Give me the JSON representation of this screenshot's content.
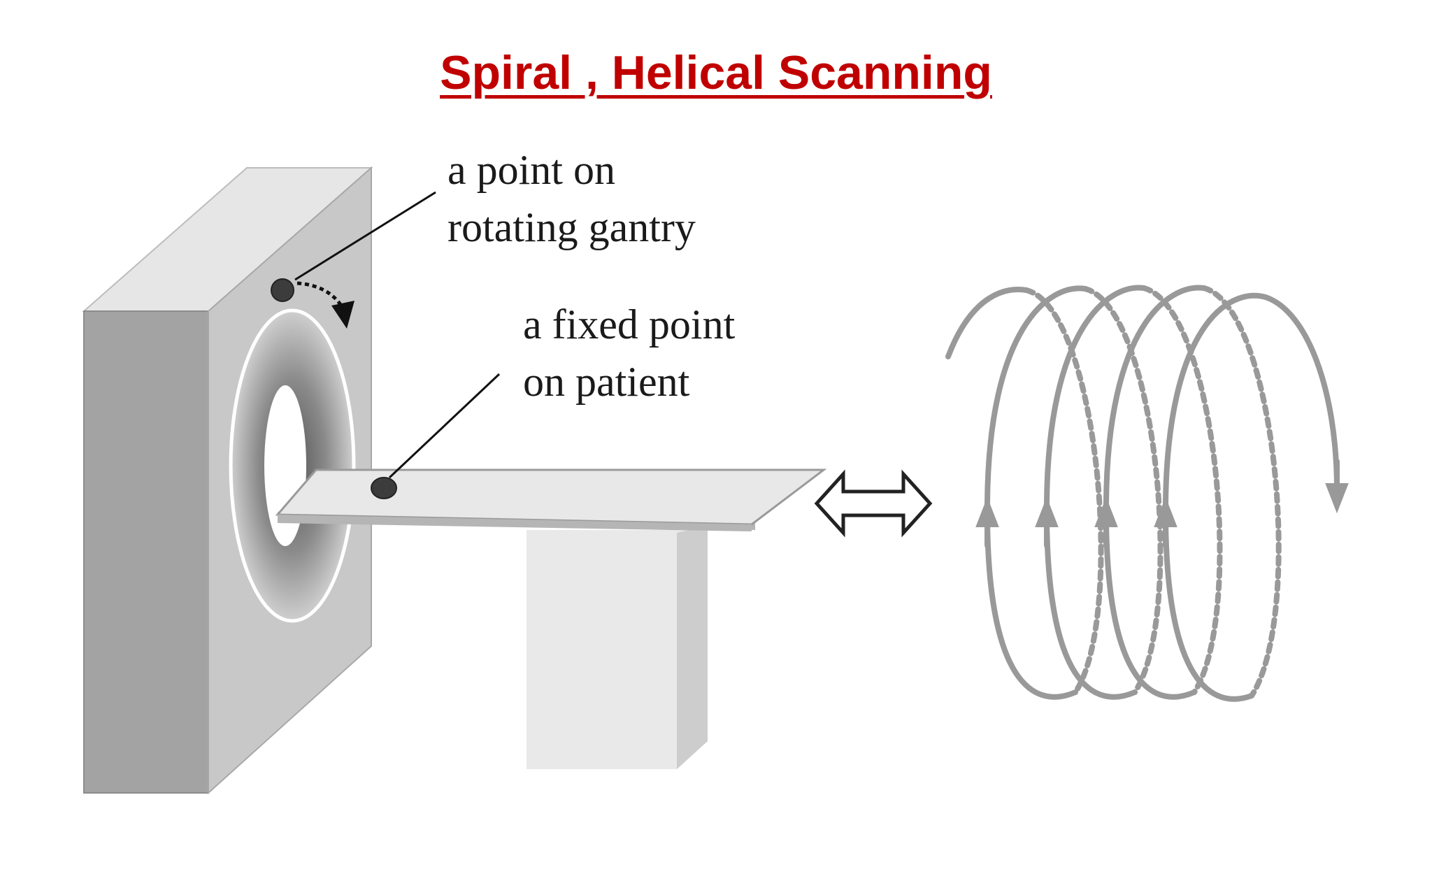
{
  "title": "Spiral , Helical Scanning",
  "colors": {
    "title": "#c00000",
    "gantry_face": "#c8c8c8",
    "gantry_side": "#a3a3a3",
    "gantry_top": "#e6e6e6",
    "table": "#e8e8e8",
    "helix": "#999999",
    "leader_line": "#111111"
  },
  "labels": {
    "gantry_point": [
      "a point on",
      "rotating gantry"
    ],
    "patient_point": [
      "a fixed point",
      "on patient"
    ]
  },
  "icons": {
    "rotation_arrow": "curved-dotted-arrow-icon",
    "table_motion": "double-headed-arrow-icon",
    "helix_path": "helical-path-icon"
  }
}
